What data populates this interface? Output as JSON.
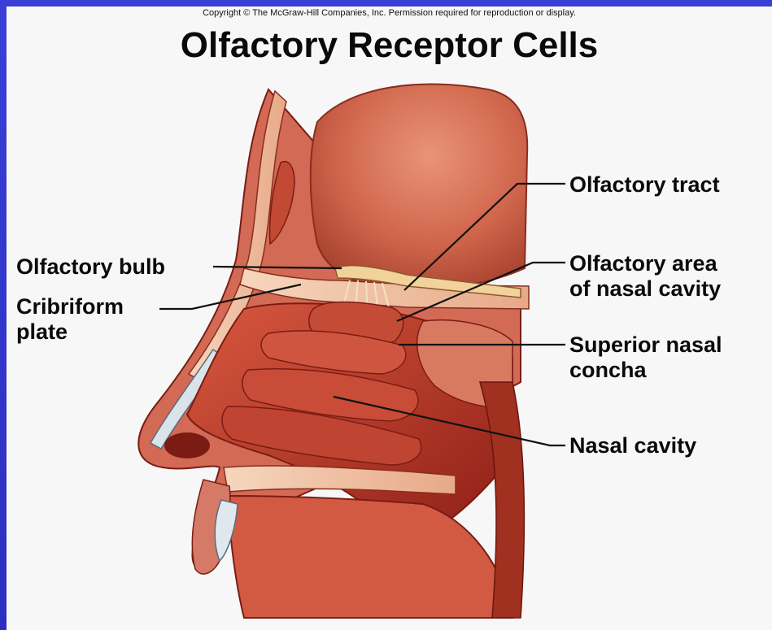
{
  "copyright": "Copyright © The McGraw-Hill Companies, Inc. Permission required for reproduction or display.",
  "title": "Olfactory Receptor Cells",
  "labels": {
    "olfactory_tract": "Olfactory tract",
    "olfactory_bulb": "Olfactory bulb",
    "olfactory_area": "Olfactory area\nof nasal cavity",
    "cribriform_plate": "Cribriform\nplate",
    "superior_nasal_concha": "Superior nasal\nconcha",
    "nasal_cavity": "Nasal cavity"
  },
  "colors": {
    "background_blue": "#2f34c8",
    "panel": "#f7f7f7",
    "tissue_red": "#c2402f",
    "tissue_dark": "#8a1f17",
    "bone": "#f0c7a8",
    "brain": "#d9745a"
  }
}
